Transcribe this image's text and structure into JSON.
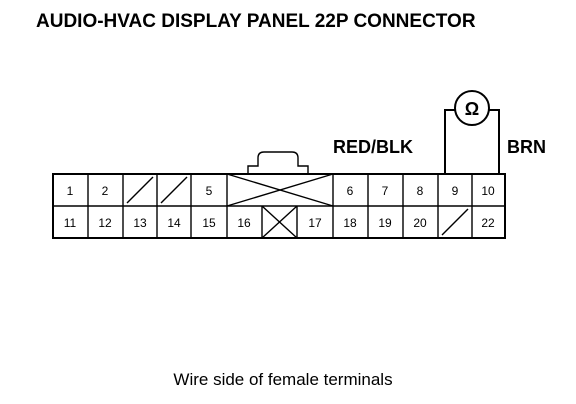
{
  "title": "AUDIO-HVAC DISPLAY PANEL 22P CONNECTOR",
  "meter_symbol": "Ω",
  "wire_left": "RED/BLK",
  "wire_right": "BRN",
  "caption": "Wire side of female terminals",
  "pins_top": [
    "1",
    "2",
    "",
    "",
    "5",
    "",
    "",
    "6",
    "7",
    "8",
    "9",
    "10"
  ],
  "pins_bottom": [
    "11",
    "12",
    "13",
    "14",
    "15",
    "16",
    "",
    "17",
    "18",
    "19",
    "20",
    "",
    "22"
  ]
}
